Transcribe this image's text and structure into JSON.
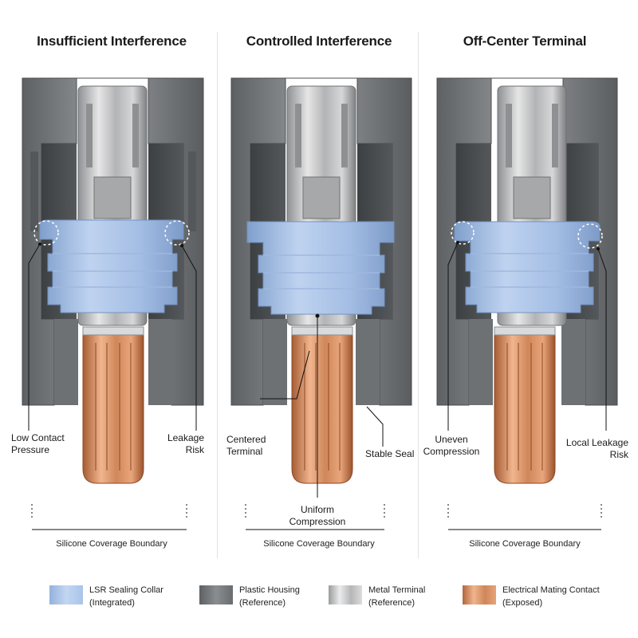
{
  "panels": [
    {
      "title": "Insufficient Interference",
      "labels": {
        "left": [
          "Low Contact",
          "Pressure"
        ],
        "right": [
          "Leakage",
          "Risk"
        ]
      },
      "boundary": "Silicone Coverage Boundary"
    },
    {
      "title": "Controlled Interference",
      "labels": {
        "left": [
          "Centered",
          "Terminal"
        ],
        "right": [
          "Stable Seal"
        ],
        "bottom": [
          "Uniform",
          "Compression"
        ]
      },
      "boundary": "Silicone Coverage Boundary"
    },
    {
      "title": "Off-Center Terminal",
      "labels": {
        "left": [
          "Uneven",
          "Compression"
        ],
        "right": [
          "Local Leakage",
          "Risk"
        ]
      },
      "boundary": "Silicone Coverage Boundary"
    }
  ],
  "legend": [
    {
      "line1": "LSR Sealing Collar",
      "line2": "(Integrated)",
      "color": "#a8c4ea"
    },
    {
      "line1": "Plastic Housing",
      "line2": "(Reference)",
      "color": "#7a7d80"
    },
    {
      "line1": "Metal Terminal",
      "line2": "(Reference)",
      "color": "#c9c9c9"
    },
    {
      "line1": "Electrical Mating Contact",
      "line2": "(Exposed)",
      "color": "#cf875a"
    }
  ]
}
